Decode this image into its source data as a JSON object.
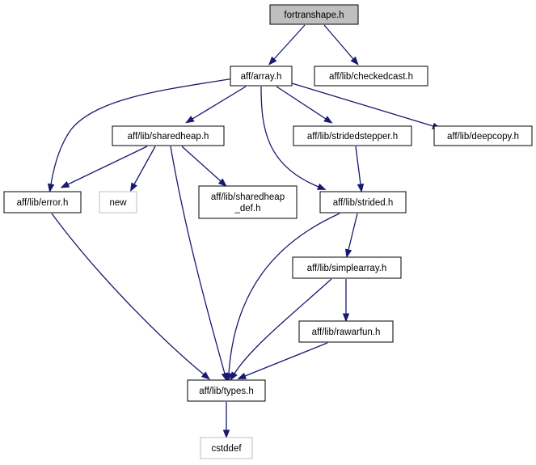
{
  "colors": {
    "edge": "#191970",
    "node_border": "#000000",
    "external_border": "#bfbfbf",
    "external_text": "#404040",
    "root_fill": "#bfbfbf",
    "fill": "#ffffff"
  },
  "nodes": [
    {
      "id": "fortranshape",
      "lines": [
        "fortranshape.h"
      ],
      "kind": "root"
    },
    {
      "id": "array",
      "lines": [
        "aff/array.h"
      ],
      "kind": "file"
    },
    {
      "id": "checkedcast",
      "lines": [
        "aff/lib/checkedcast.h"
      ],
      "kind": "file"
    },
    {
      "id": "sharedheap",
      "lines": [
        "aff/lib/sharedheap.h"
      ],
      "kind": "file"
    },
    {
      "id": "stridedstepper",
      "lines": [
        "aff/lib/stridedstepper.h"
      ],
      "kind": "file"
    },
    {
      "id": "deepcopy",
      "lines": [
        "aff/lib/deepcopy.h"
      ],
      "kind": "file"
    },
    {
      "id": "error",
      "lines": [
        "aff/lib/error.h"
      ],
      "kind": "file"
    },
    {
      "id": "new",
      "lines": [
        "new"
      ],
      "kind": "external"
    },
    {
      "id": "sharedheap_def",
      "lines": [
        "aff/lib/sharedheap",
        "_def.h"
      ],
      "kind": "file"
    },
    {
      "id": "strided",
      "lines": [
        "aff/lib/strided.h"
      ],
      "kind": "file"
    },
    {
      "id": "simplearray",
      "lines": [
        "aff/lib/simplearray.h"
      ],
      "kind": "file"
    },
    {
      "id": "rawarfun",
      "lines": [
        "aff/lib/rawarfun.h"
      ],
      "kind": "file"
    },
    {
      "id": "types",
      "lines": [
        "aff/lib/types.h"
      ],
      "kind": "file"
    },
    {
      "id": "cstddef",
      "lines": [
        "cstddef"
      ],
      "kind": "external"
    }
  ],
  "edges": [
    {
      "from": "fortranshape",
      "to": "array"
    },
    {
      "from": "fortranshape",
      "to": "checkedcast"
    },
    {
      "from": "array",
      "to": "error"
    },
    {
      "from": "array",
      "to": "sharedheap"
    },
    {
      "from": "array",
      "to": "strided"
    },
    {
      "from": "array",
      "to": "stridedstepper"
    },
    {
      "from": "array",
      "to": "deepcopy"
    },
    {
      "from": "sharedheap",
      "to": "error"
    },
    {
      "from": "sharedheap",
      "to": "new"
    },
    {
      "from": "sharedheap",
      "to": "sharedheap_def"
    },
    {
      "from": "sharedheap",
      "to": "types"
    },
    {
      "from": "error",
      "to": "types"
    },
    {
      "from": "stridedstepper",
      "to": "strided"
    },
    {
      "from": "strided",
      "to": "simplearray"
    },
    {
      "from": "strided",
      "to": "types"
    },
    {
      "from": "simplearray",
      "to": "rawarfun"
    },
    {
      "from": "simplearray",
      "to": "types"
    },
    {
      "from": "rawarfun",
      "to": "types"
    },
    {
      "from": "types",
      "to": "cstddef"
    }
  ]
}
